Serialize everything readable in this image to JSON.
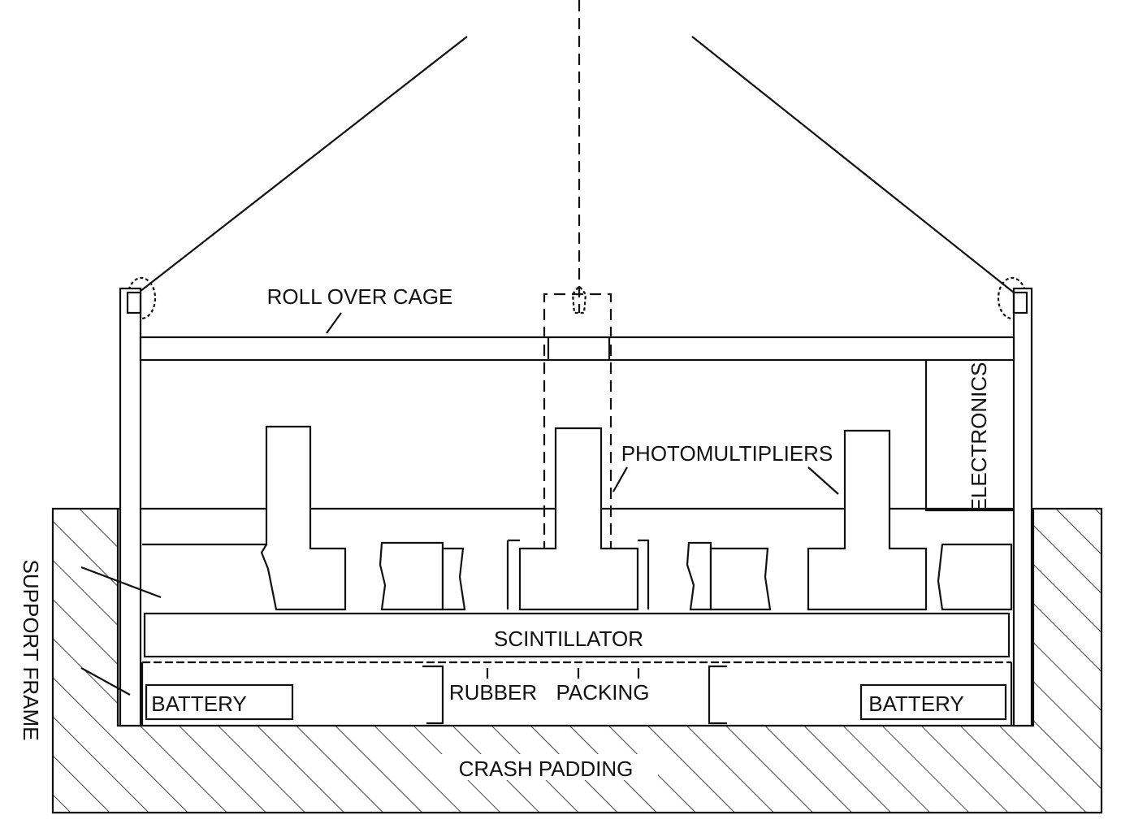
{
  "diagram": {
    "labels": {
      "roll_over_cage": "ROLL OVER CAGE",
      "photomultipliers": "PHOTOMULTIPLIERS",
      "electronics": "ELECTRONICS",
      "support_frame": "SUPPORT FRAME",
      "scintillator": "SCINTILLATOR",
      "rubber": "RUBBER",
      "packing": "PACKING",
      "battery_left": "BATTERY",
      "battery_right": "BATTERY",
      "crash_padding": "CRASH PADDING"
    },
    "colors": {
      "ink": "#111111",
      "paper": "#ffffff"
    }
  }
}
